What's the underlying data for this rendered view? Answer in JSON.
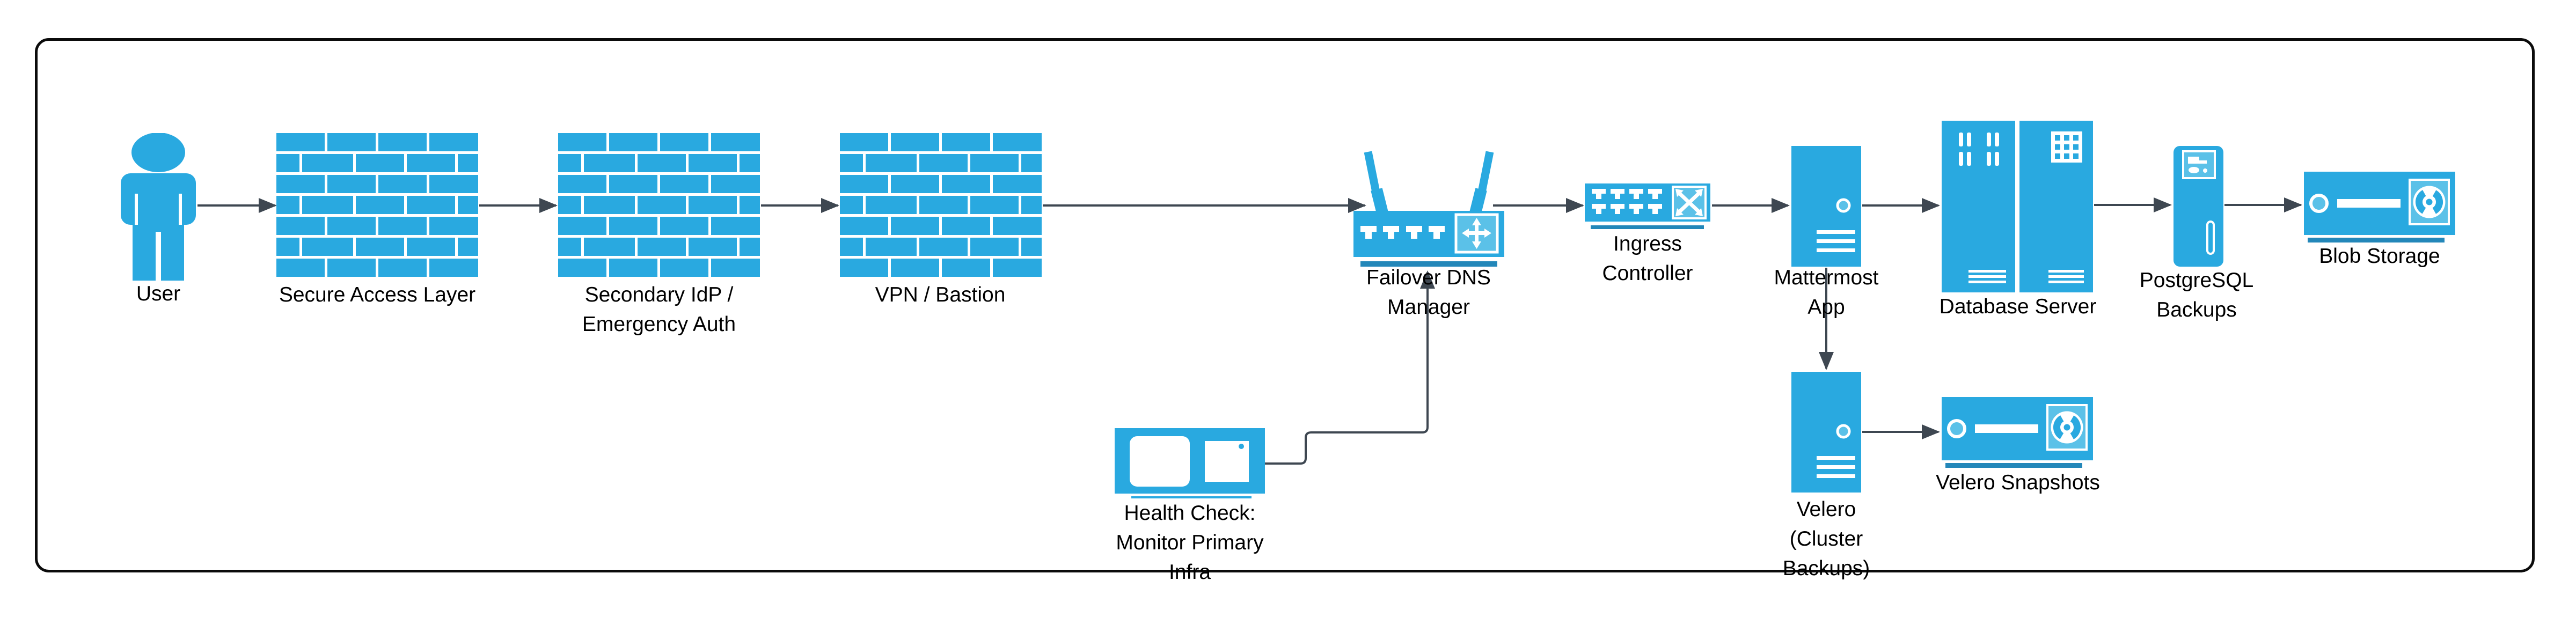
{
  "diagram": {
    "kind": "architecture-flow-diagram",
    "nodes": {
      "user": {
        "label": "User",
        "icon": "person-icon"
      },
      "secure_access": {
        "label": "Secure Access Layer",
        "icon": "firewall-icon"
      },
      "secondary_idp": {
        "label": "Secondary IdP /\nEmergency Auth",
        "icon": "firewall-icon"
      },
      "vpn_bastion": {
        "label": "VPN / Bastion",
        "icon": "firewall-icon"
      },
      "failover_dns": {
        "label": "Failover DNS\nManager",
        "icon": "wireless-router-icon"
      },
      "ingress": {
        "label": "Ingress\nController",
        "icon": "network-switch-icon"
      },
      "mattermost": {
        "label": "Mattermost\nApp",
        "icon": "server-tower-icon"
      },
      "database": {
        "label": "Database Server",
        "icon": "server-rack-icon"
      },
      "pg_backups": {
        "label": "PostgreSQL\nBackups",
        "icon": "server-tower-icon"
      },
      "blob_storage": {
        "label": "Blob Storage",
        "icon": "disk-storage-icon"
      },
      "health_check": {
        "label": "Health Check:\nMonitor Primary\nInfra",
        "icon": "monitor-screens-icon"
      },
      "velero": {
        "label": "Velero\n(Cluster\nBackups)",
        "icon": "server-tower-icon"
      },
      "velero_snapshots": {
        "label": "Velero Snapshots",
        "icon": "disk-storage-icon"
      }
    },
    "edges": [
      {
        "from": "user",
        "to": "secure_access"
      },
      {
        "from": "secure_access",
        "to": "secondary_idp"
      },
      {
        "from": "secondary_idp",
        "to": "vpn_bastion"
      },
      {
        "from": "vpn_bastion",
        "to": "failover_dns"
      },
      {
        "from": "failover_dns",
        "to": "ingress"
      },
      {
        "from": "ingress",
        "to": "mattermost"
      },
      {
        "from": "mattermost",
        "to": "database"
      },
      {
        "from": "database",
        "to": "pg_backups"
      },
      {
        "from": "pg_backups",
        "to": "blob_storage"
      },
      {
        "from": "mattermost",
        "to": "velero"
      },
      {
        "from": "velero",
        "to": "velero_snapshots"
      },
      {
        "from": "health_check",
        "to": "failover_dns"
      }
    ],
    "colors": {
      "icon_blue": "#29A9E0",
      "icon_blue_light": "#5BC1E8",
      "icon_base_bar": "#2387B9",
      "connector": "#3E4751",
      "border": "#0B0B0B",
      "text": "#000000",
      "background": "#FFFFFF"
    }
  }
}
